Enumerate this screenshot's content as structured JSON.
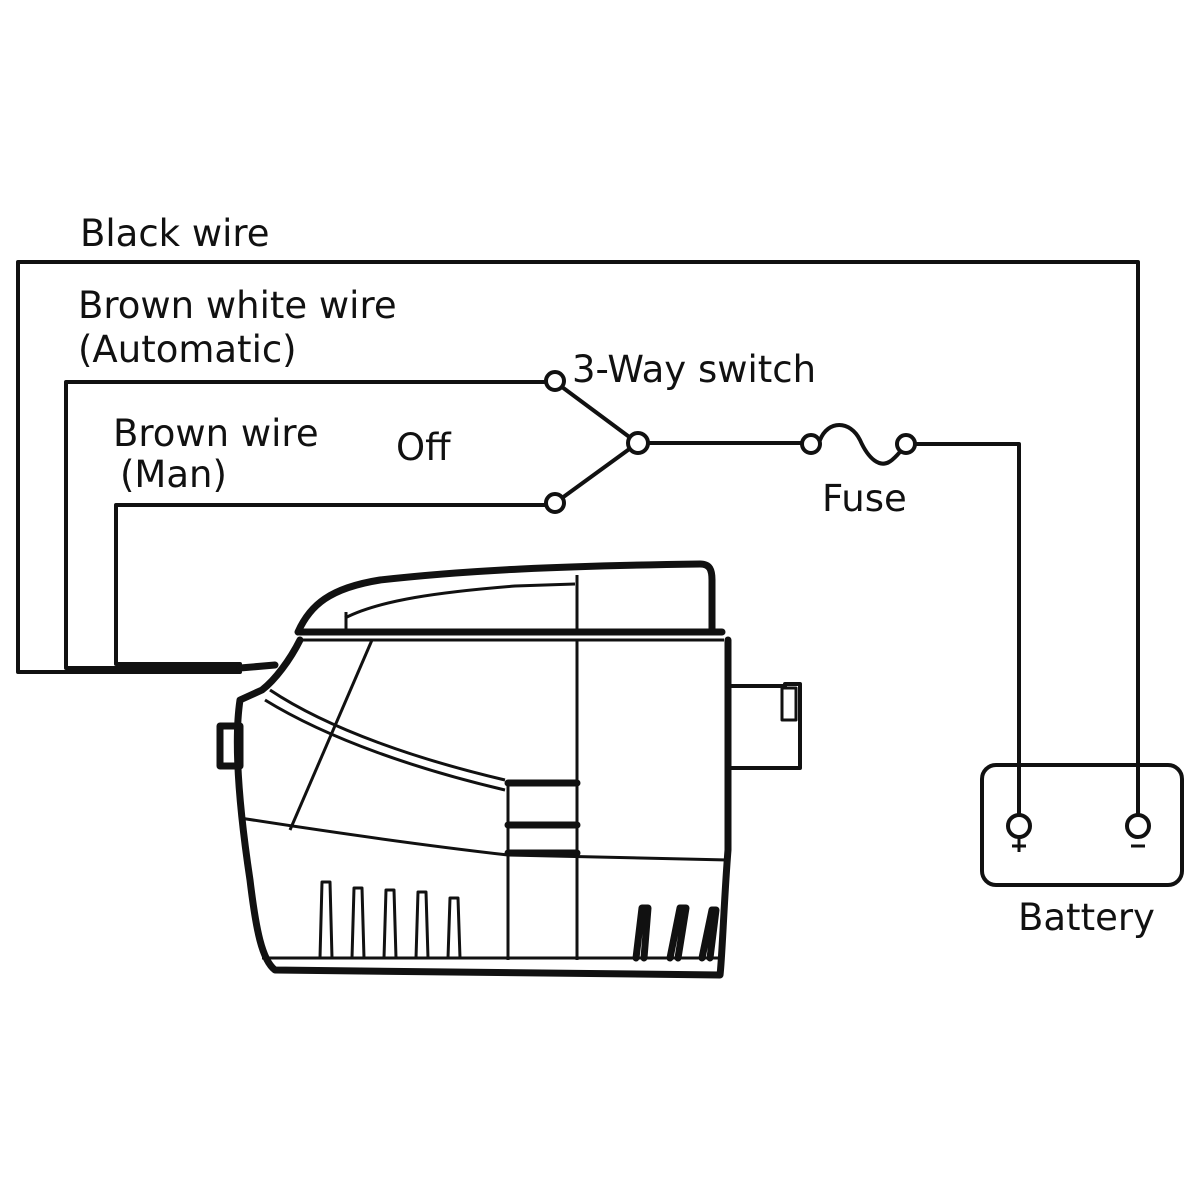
{
  "diagram": {
    "title": "Automatic bilge pump wiring diagram",
    "labels": {
      "black_wire": "Black wire",
      "brown_white_wire": "Brown white wire",
      "brown_white_wire_mode": "(Automatic)",
      "brown_wire": "Brown wire",
      "brown_wire_mode": "(Man)",
      "switch": "3-Way switch",
      "switch_off": "Off",
      "fuse": "Fuse",
      "battery": "Battery",
      "battery_positive": "+",
      "battery_negative": "−"
    },
    "components": [
      {
        "id": "pump",
        "name": "Bilge pump"
      },
      {
        "id": "switch",
        "name": "3-Way switch",
        "positions": [
          "Automatic",
          "Off",
          "Man"
        ]
      },
      {
        "id": "fuse",
        "name": "Fuse"
      },
      {
        "id": "battery",
        "name": "Battery",
        "terminals": [
          "+",
          "−"
        ]
      }
    ],
    "connections": [
      {
        "wire": "Black wire",
        "from": "pump",
        "to": "battery −"
      },
      {
        "wire": "Brown white wire (Automatic)",
        "from": "pump",
        "to": "switch Automatic terminal"
      },
      {
        "wire": "Brown wire (Man)",
        "from": "pump",
        "to": "switch Man terminal"
      },
      {
        "wire": "switch common",
        "from": "switch",
        "to": "fuse"
      },
      {
        "wire": "fuse output",
        "from": "fuse",
        "to": "battery +"
      }
    ]
  }
}
